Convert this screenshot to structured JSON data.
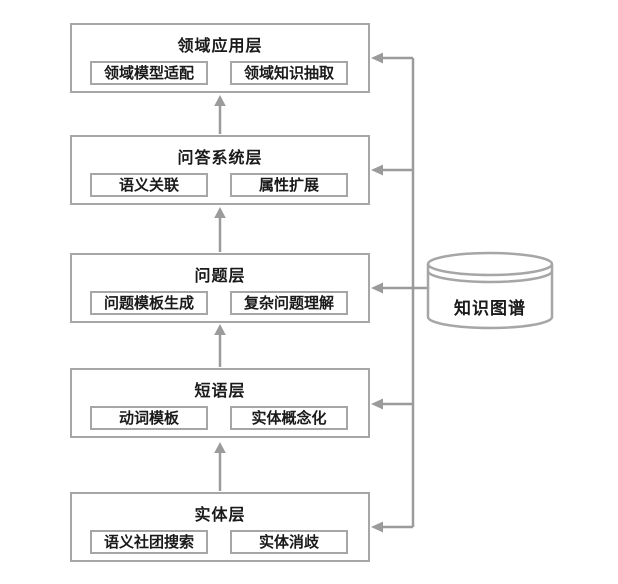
{
  "diagram": {
    "layers": [
      {
        "title": "领域应用层",
        "modules": [
          "领域模型适配",
          "领域知识抽取"
        ]
      },
      {
        "title": "问答系统层",
        "modules": [
          "语义关联",
          "属性扩展"
        ]
      },
      {
        "title": "问题层",
        "modules": [
          "问题模板生成",
          "复杂问题理解"
        ]
      },
      {
        "title": "短语层",
        "modules": [
          "动词模板",
          "实体概念化"
        ]
      },
      {
        "title": "实体层",
        "modules": [
          "语义社团搜索",
          "实体消歧"
        ]
      }
    ],
    "knowledge_base": {
      "label": "知识图谱"
    },
    "colors": {
      "box_border": "#a6a6a6",
      "connector": "#9b9b9b",
      "text": "#1a1a1a",
      "background": "#ffffff"
    }
  }
}
